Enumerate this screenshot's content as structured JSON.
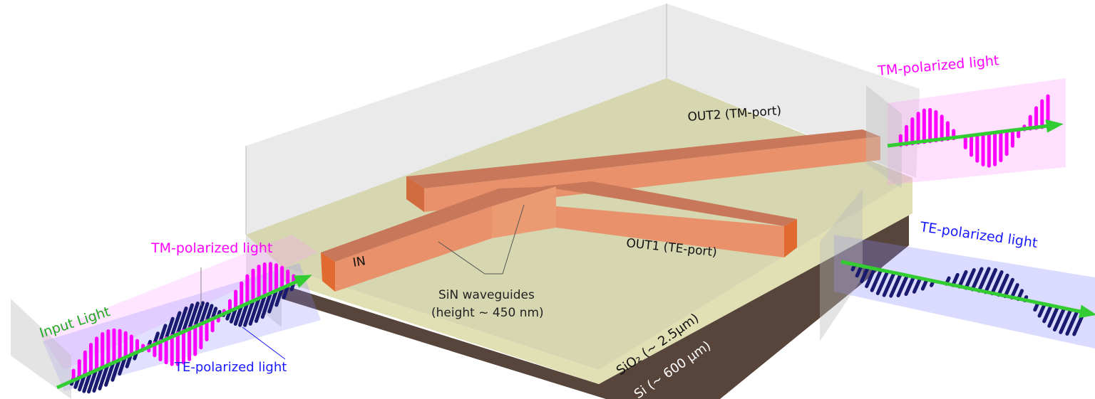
{
  "labels": {
    "tm_out": "TM-polarized light",
    "out2": "OUT2 (TM-port)",
    "te_out": "TE-polarized light",
    "out1": "OUT1 (TE-port)",
    "in": "IN",
    "sin_line1": "SiN waveguides",
    "sin_line2": "(height ~ 450 nm)",
    "tm_in": "TM-polarized light",
    "input_light": "Input Light",
    "te_in": "TE-polarized light",
    "sio2": "SiO₂ (~ 2.5µm)",
    "si": "Si (~ 600 µm)"
  },
  "colors": {
    "tm": "#ff00ff",
    "te": "#1a1a70",
    "beam": "#33cc33",
    "waveguide": "#e8916a",
    "sio2": "#e0e0b4",
    "si": "#57443a"
  }
}
